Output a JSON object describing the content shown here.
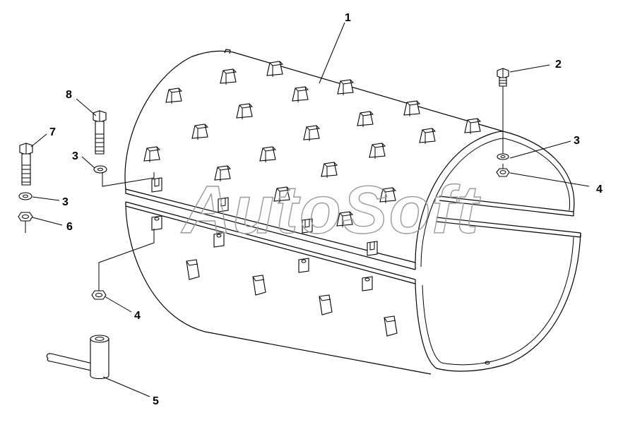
{
  "watermark": "AutoSoft",
  "callouts": [
    {
      "id": "c1",
      "label": "1"
    },
    {
      "id": "c2",
      "label": "2"
    },
    {
      "id": "c3a",
      "label": "3"
    },
    {
      "id": "c4a",
      "label": "4"
    },
    {
      "id": "c8",
      "label": "8"
    },
    {
      "id": "c3b",
      "label": "3"
    },
    {
      "id": "c7",
      "label": "7"
    },
    {
      "id": "c3c",
      "label": "3"
    },
    {
      "id": "c6",
      "label": "6"
    },
    {
      "id": "c4b",
      "label": "4"
    },
    {
      "id": "c5",
      "label": "5"
    }
  ]
}
